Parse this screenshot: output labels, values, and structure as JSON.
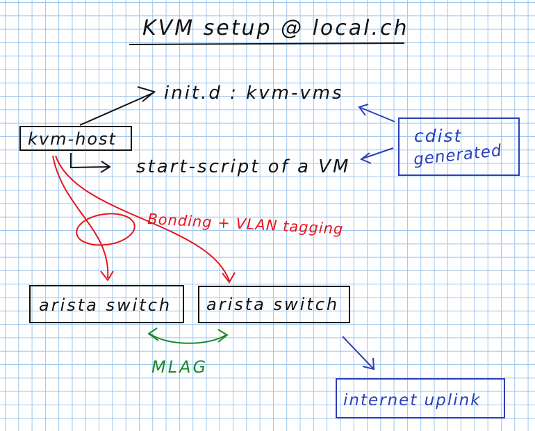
{
  "title": "KVM setup @ local.ch",
  "nodes": {
    "kvm_host": "kvm-host",
    "init_d": "init.d : kvm-vms",
    "start_script": "start-script of a VM",
    "cdist_line1": "cdist",
    "cdist_line2": "generated",
    "switch_left": "arista switch",
    "switch_right": "arista switch",
    "internet_uplink": "internet uplink"
  },
  "annotations": {
    "bonding": "Bonding + VLAN tagging",
    "mlag": "MLAG"
  },
  "colors": {
    "ink": "#111111",
    "red": "#e8141c",
    "blue": "#2a3fb8",
    "green": "#1a8a2a",
    "grid": "#9cc6ee"
  }
}
